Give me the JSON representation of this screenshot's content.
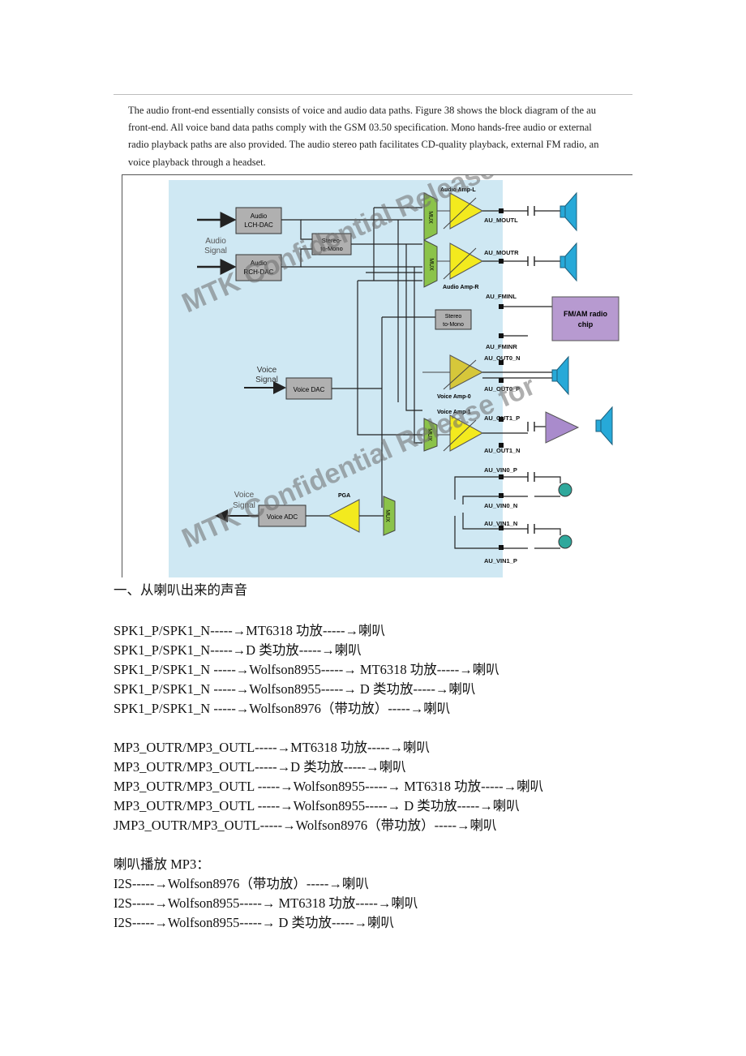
{
  "intro": {
    "lines": [
      "The audio front-end essentially consists of voice and audio data paths.   Figure 38 shows the block diagram of the au",
      "front-end.    All voice band data paths comply with the GSM 03.50 specification.    Mono hands-free audio or external",
      "radio playback paths are also provided.    The audio stereo path facilitates CD-quality playback, external FM radio, an",
      "voice playback through a headset."
    ]
  },
  "diagram": {
    "audio_signal": [
      "Audio",
      "Signal"
    ],
    "voice_signal_in": [
      "Voice",
      "Signal"
    ],
    "voice_signal_out": [
      "Voice",
      "Signal"
    ],
    "lch_dac": [
      "Audio",
      "LCH-DAC"
    ],
    "rch_dac": [
      "Audio",
      "RCH-DAC"
    ],
    "stereo_to_mono_1": [
      "Stereo-",
      "to-Mono"
    ],
    "stereo_to_mono_2": [
      "Stereo",
      "to-Mono"
    ],
    "voice_dac": "Voice DAC",
    "voice_adc": "Voice ADC",
    "mux": "MUX",
    "amp_l": "Audio Amp-L",
    "amp_r": "Audio Amp-R",
    "voice_amp_0": "Voice Amp-0",
    "voice_amp_1": "Voice Amp-1",
    "pga": "PGA",
    "fm_chip": [
      "FM/AM radio",
      "chip"
    ],
    "pins": {
      "moutl": "AU_MOUTL",
      "moutr": "AU_MOUTR",
      "fminl": "AU_FMINL",
      "fminr": "AU_FMINR",
      "out0n": "AU_OUT0_N",
      "out0p": "AU_OUT0_P",
      "out1p": "AU_OUT1_P",
      "out1n": "AU_OUT1_N",
      "vin0p": "AU_VIN0_P",
      "vin0n": "AU_VIN0_N",
      "vin1n": "AU_VIN1_N",
      "vin1p": "AU_VIN1_P"
    },
    "watermark_lines": [
      "MTK Confidential Release for",
      "MTK Confidential Release for"
    ]
  },
  "heading": "一、从喇叭出来的声音",
  "groups": [
    [
      "SPK1_P/SPK1_N-----→MT6318 功放-----→喇叭",
      "SPK1_P/SPK1_N-----→D 类功放-----→喇叭",
      "SPK1_P/SPK1_N -----→Wolfson8955-----→ MT6318 功放-----→喇叭",
      "SPK1_P/SPK1_N -----→Wolfson8955-----→ D 类功放-----→喇叭",
      "SPK1_P/SPK1_N -----→Wolfson8976（带功放）-----→喇叭"
    ],
    [
      "MP3_OUTR/MP3_OUTL-----→MT6318 功放-----→喇叭",
      "MP3_OUTR/MP3_OUTL-----→D 类功放-----→喇叭",
      "MP3_OUTR/MP3_OUTL -----→Wolfson8955-----→ MT6318 功放-----→喇叭",
      "MP3_OUTR/MP3_OUTL -----→Wolfson8955-----→ D 类功放-----→喇叭",
      "JMP3_OUTR/MP3_OUTL-----→Wolfson8976（带功放）-----→喇叭"
    ],
    [
      "喇叭播放 MP3：",
      "I2S-----→Wolfson8976（带功放）-----→喇叭",
      "I2S-----→Wolfson8955-----→ MT6318 功放-----→喇叭",
      "I2S-----→Wolfson8955-----→ D 类功放-----→喇叭"
    ]
  ]
}
